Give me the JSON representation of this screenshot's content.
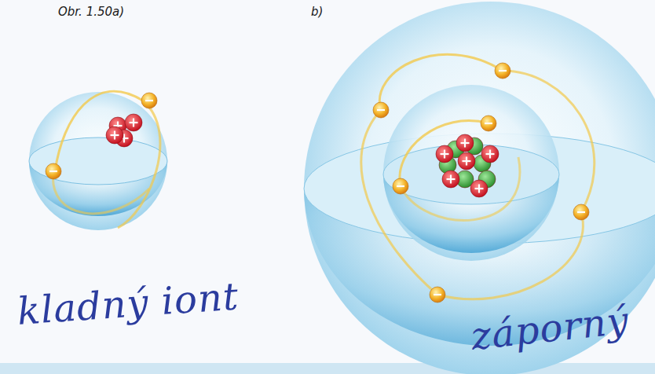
{
  "diagram": {
    "labels": [
      "Obr. 1.50a)",
      "b)",
      "kladný iont",
      "záporný"
    ]
  }
}
